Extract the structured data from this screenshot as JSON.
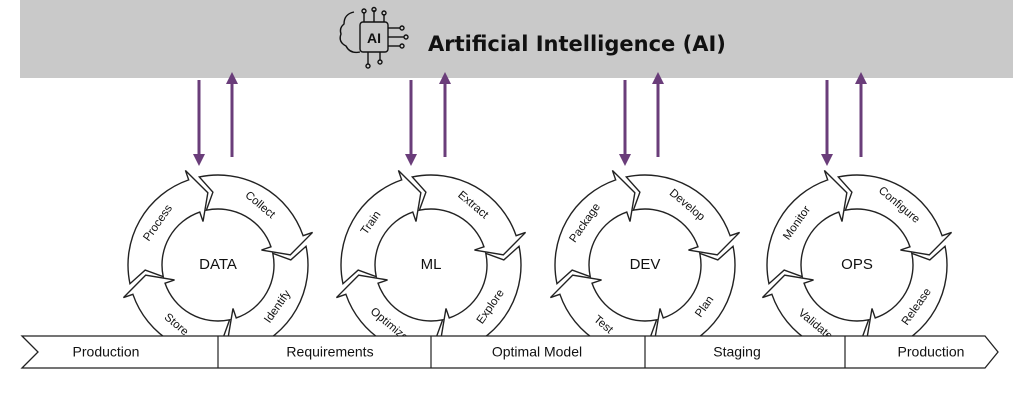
{
  "banner": {
    "title": "Artificial Intelligence (AI)",
    "icon": "ai-chip-head-icon",
    "icon_text": "AI",
    "background": "#c9c9c9"
  },
  "arrow_color": "#6a3d7a",
  "cycles": [
    {
      "label": "DATA",
      "stages": [
        "Collect",
        "Identify",
        "Store",
        "Process"
      ]
    },
    {
      "label": "ML",
      "stages": [
        "Extract",
        "Explore",
        "Optimize",
        "Train"
      ]
    },
    {
      "label": "DEV",
      "stages": [
        "Develop",
        "Plan",
        "Test",
        "Package"
      ]
    },
    {
      "label": "OPS",
      "stages": [
        "Configure",
        "Release",
        "Validate",
        "Monitor"
      ]
    }
  ],
  "band": [
    "Production",
    "Requirements",
    "Optimal Model",
    "Staging",
    "Production"
  ]
}
